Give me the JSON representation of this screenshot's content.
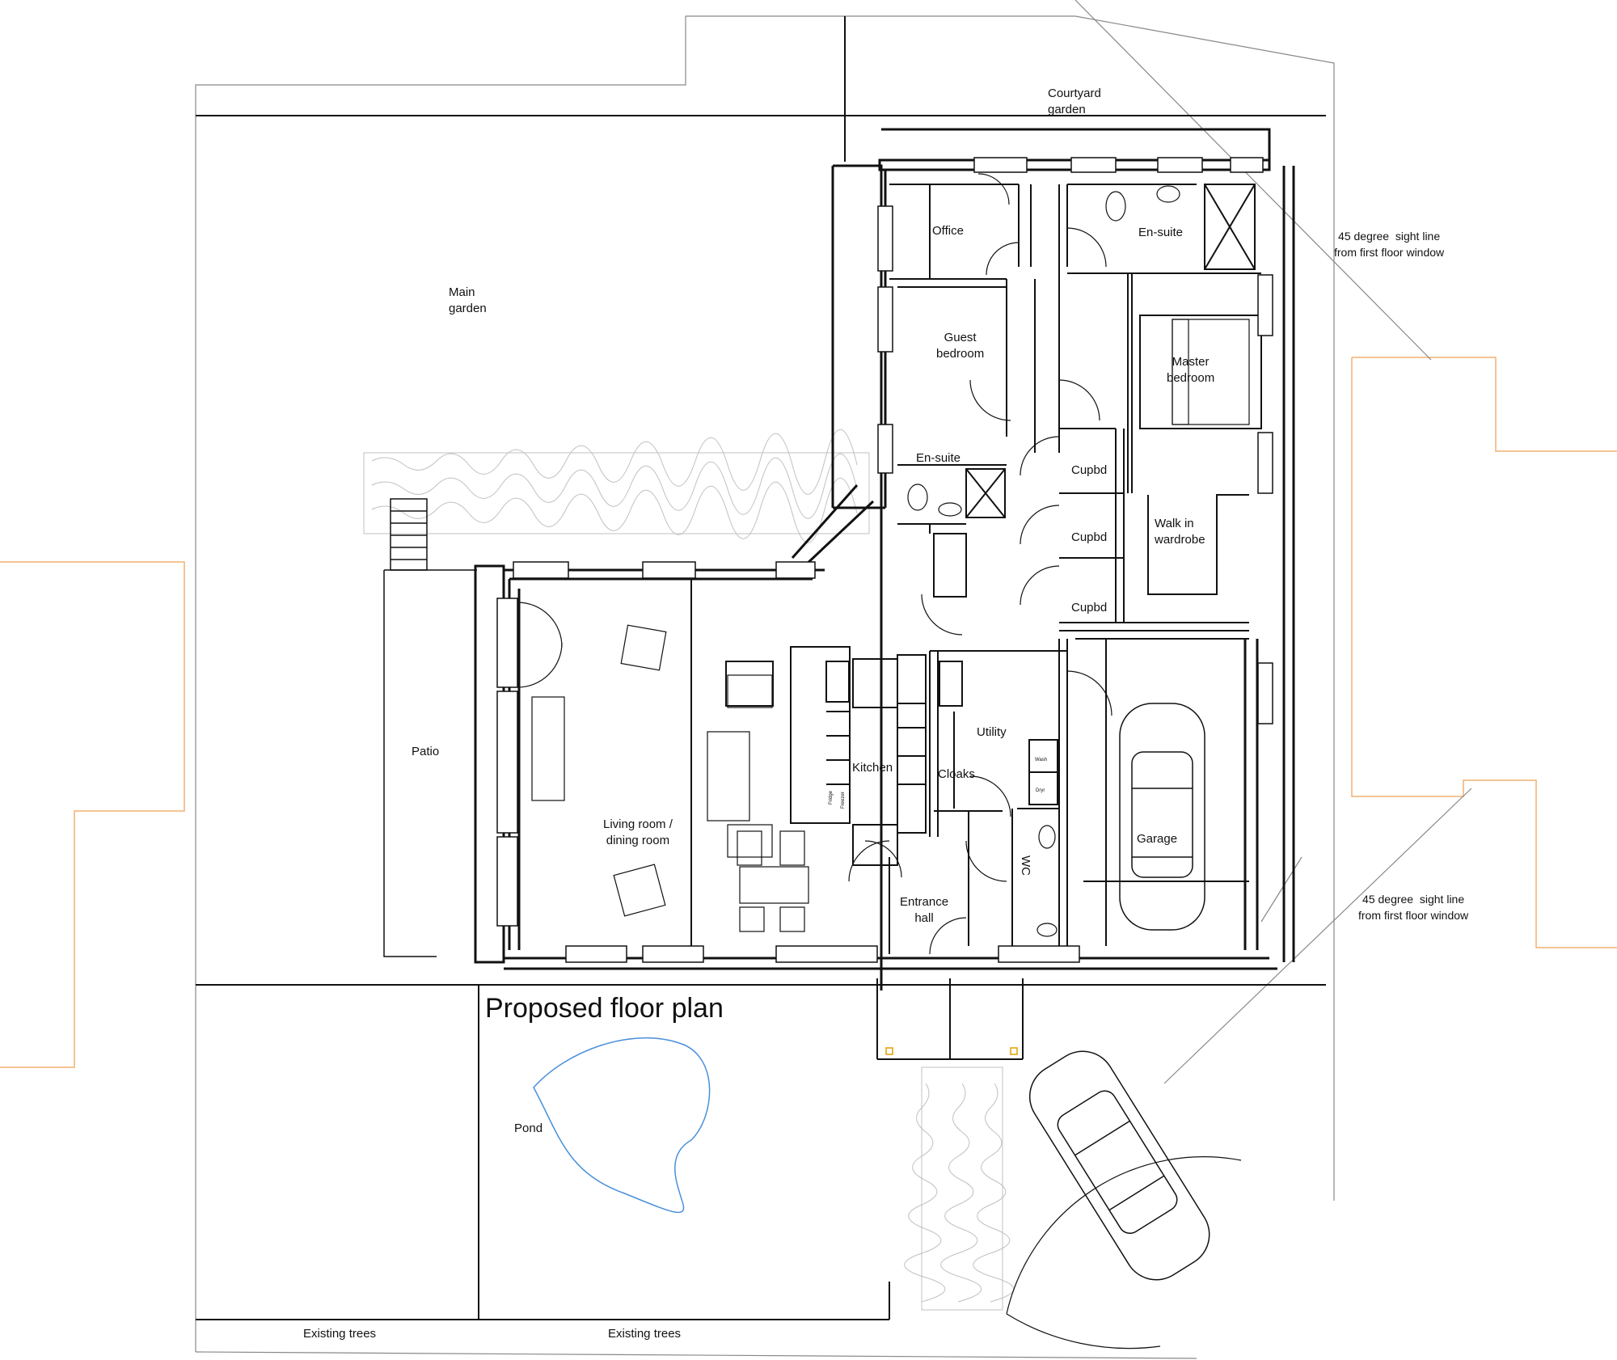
{
  "title": "Proposed floor plan",
  "colors": {
    "wall": "#111111",
    "boundary_neighbour": "#f0b070",
    "pond": "#4a90d9",
    "paving": "#c0c0c0",
    "marker": "#e0a000"
  },
  "rooms": {
    "courtyard": "Courtyard\ngarden",
    "main_garden": "Main\ngarden",
    "office": "Office",
    "ensuite_top": "En-suite",
    "guest_bedroom": "Guest\nbedroom",
    "master_bedroom": "Master\nbedroom",
    "ensuite_guest": "En-suite",
    "cupbd_1": "Cupbd",
    "cupbd_2": "Cupbd",
    "cupbd_3": "Cupbd",
    "walk_in": "Walk in\nwardrobe",
    "patio": "Patio",
    "living": "Living room /\ndining room",
    "kitchen": "Kitchen",
    "utility": "Utility",
    "cloaks": "Cloaks",
    "wc": "WC",
    "garage": "Garage",
    "entrance": "Entrance\nhall",
    "pond": "Pond",
    "trees_left": "Existing trees",
    "trees_right": "Existing trees"
  },
  "notes": {
    "sightline_top": "45 degree  sight line\nfrom first floor window",
    "sightline_bottom": "45 degree  sight line\nfrom first floor window"
  },
  "appliances": {
    "wash": "Wash",
    "dry": "Dryr",
    "fridge": "Fridge",
    "freezer": "Freezer"
  }
}
